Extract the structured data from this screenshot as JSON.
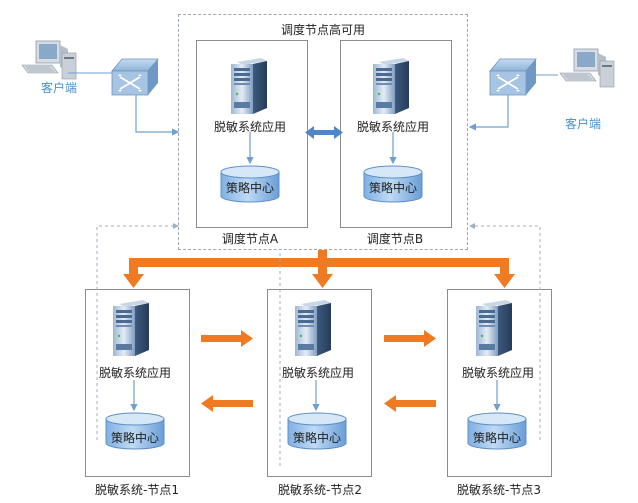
{
  "ha_group": {
    "title": "调度节点高可用"
  },
  "scheduler_a": {
    "app_label": "脱敏系统应用",
    "db_label": "策略中心",
    "caption": "调度节点A"
  },
  "scheduler_b": {
    "app_label": "脱敏系统应用",
    "db_label": "策略中心",
    "caption": "调度节点B"
  },
  "clients": {
    "left_label": "客户端",
    "right_label": "客户端"
  },
  "workers": [
    {
      "app_label": "脱敏系统应用",
      "db_label": "策略中心",
      "caption": "脱敏系统-节点1"
    },
    {
      "app_label": "脱敏系统应用",
      "db_label": "策略中心",
      "caption": "脱敏系统-节点2"
    },
    {
      "app_label": "脱敏系统应用",
      "db_label": "策略中心",
      "caption": "脱敏系统-节点3"
    }
  ],
  "colors": {
    "orange_arrow": "#f07a22",
    "blue_arrow": "#5b8fd6",
    "link_line": "#6fa0d0",
    "client_label": "#4a90c8"
  },
  "icons": [
    "desktop-computer-icon",
    "network-switch-icon",
    "server-tower-icon",
    "database-cylinder-icon"
  ]
}
